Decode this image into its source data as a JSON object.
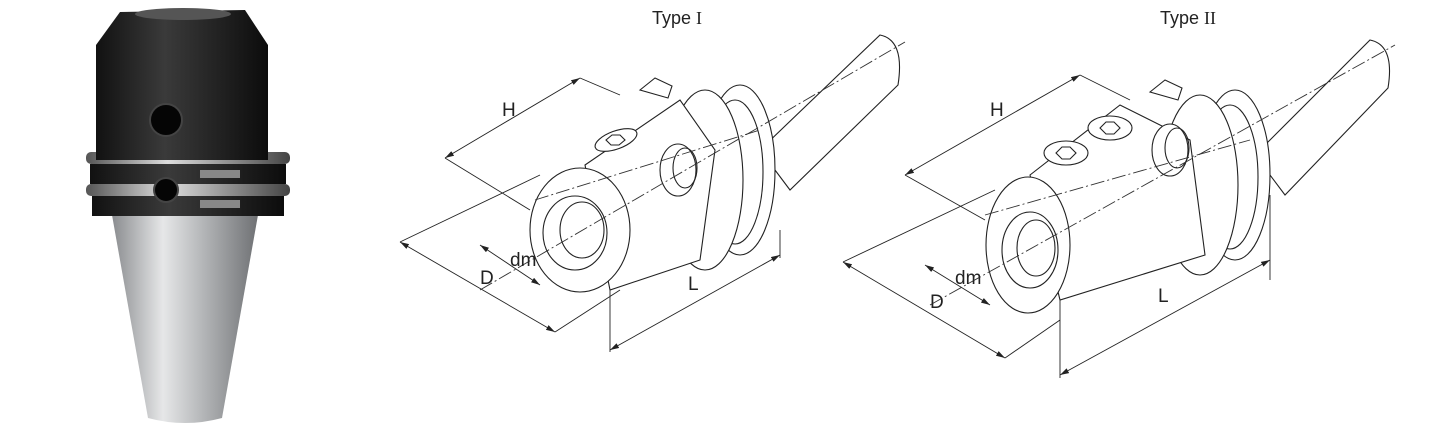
{
  "type1": {
    "title": "Type",
    "numeral": "I",
    "labels": {
      "H": "H",
      "D": "D",
      "dm": "dm",
      "L": "L"
    }
  },
  "type2": {
    "title": "Type",
    "numeral": "II",
    "labels": {
      "H": "H",
      "D": "D",
      "dm": "dm",
      "L": "L"
    }
  }
}
